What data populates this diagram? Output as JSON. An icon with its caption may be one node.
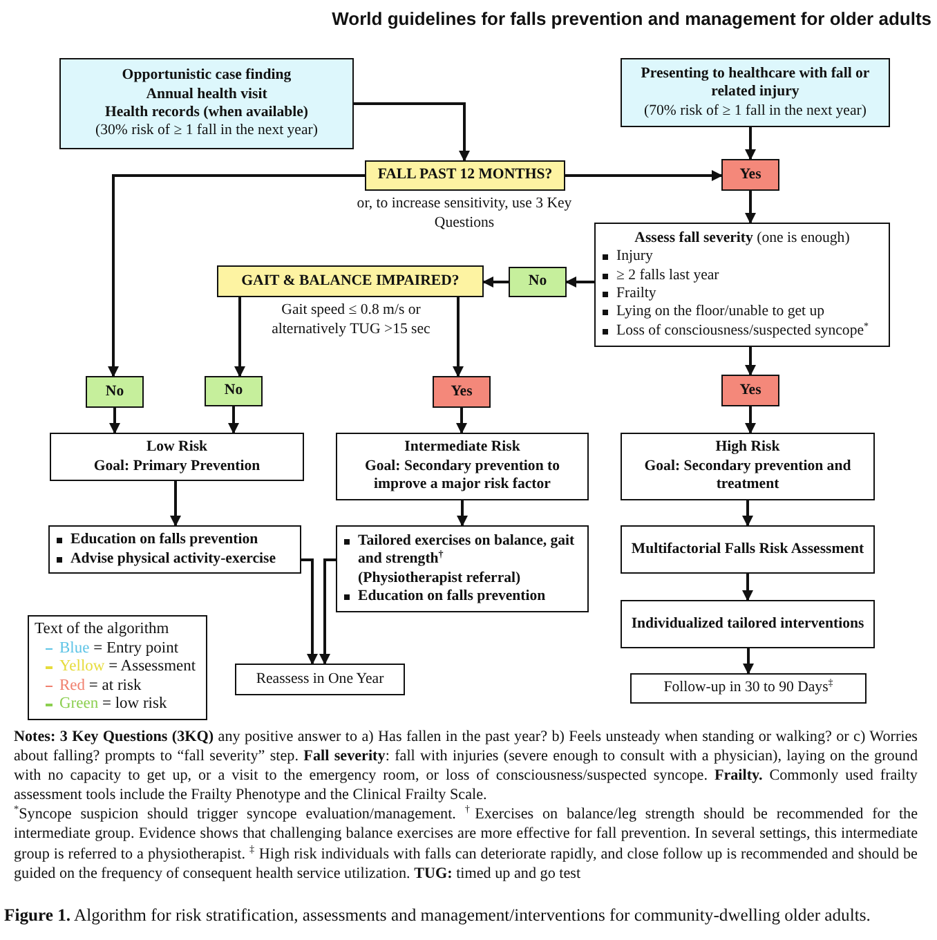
{
  "diagram": {
    "title": "World guidelines for falls prevention and management for older adults",
    "caption": "**Figure 1.** Algorithm for risk stratification, assessments and management/interventions for community-dwelling older adults.",
    "nodes": [
      {
        "text": [
          "Opportunistic case finding",
          "Annual health visit",
          "Health records (when available)",
          "(30% risk of ≥ 1 fall in the next year)"
        ]
      },
      {
        "text": [
          "Presenting to healthcare with fall or related injury",
          "(70% risk of ≥ 1 fall in the next year)"
        ]
      },
      {
        "text": [
          "FALL PAST 12 MONTHS?"
        ],
        "beside": [
          "or, to increase sensitivity, use 3 Key Questions"
        ]
      },
      {
        "text": [
          "Yes"
        ]
      },
      {
        "text": [
          "**Assess fall severity** (one is enough)",
          "Injury",
          "≥ 2 falls last year",
          "Frailty",
          "Lying on the floor/unable to get up",
          "Loss of consciousness/suspected syncope$^{*}$"
        ]
      },
      {
        "text": [
          "GAIT & BALANCE IMPAIRED?"
        ],
        "beside": [
          "Gait speed ≤ 0.8 m/s or alternatively TUG >15 sec"
        ]
      },
      {
        "text": [
          "No"
        ]
      },
      {
        "text": [
          "No"
        ]
      },
      {
        "text": [
          "No"
        ]
      },
      {
        "text": [
          "Yes"
        ]
      },
      {
        "text": [
          "Yes"
        ]
      },
      {
        "text": [
          "Low Risk",
          "Goal:  Primary Prevention"
        ]
      },
      {
        "text": [
          "Intermediate  Risk",
          "Goal: Secondary prevention to improve a major risk factor"
        ]
      },
      {
        "text": [
          "High Risk",
          "Goal: Secondary prevention and treatment"
        ]
      },
      {
        "text": [
          "Education on falls prevention",
          "Advise physical activity-exercise"
        ]
      },
      {
        "text": [
          "Tailored exercises on balance, gait and strength$^{†}$",
          "(Physiotherapist referral)",
          "Education on falls prevention"
        ]
      },
      {
        "text": [
          "Multifactorial Falls Risk Assessment"
        ]
      },
      {
        "text": [
          "Individualized tailored interventions"
        ]
      },
      {
        "text": [
          "Reassess in One Year"
        ]
      },
      {
        "text": [
          "Follow-up in 30 to 90 Days$^{‡}$"
        ]
      }
    ],
    "edges": [
      {
        "from": 0,
        "to": 2,
        "arrow": "to"
      },
      {
        "from": 1,
        "to": 3,
        "arrow": "to"
      },
      {
        "from": 2,
        "to": 3,
        "arrow": "to"
      },
      {
        "from": 2,
        "to": 7,
        "arrow": "to"
      },
      {
        "from": 3,
        "to": 4,
        "arrow": "to"
      },
      {
        "from": 4,
        "to": 6,
        "arrow": "to"
      },
      {
        "from": 6,
        "to": 5,
        "arrow": "to"
      },
      {
        "from": 5,
        "to": 8,
        "arrow": "to"
      },
      {
        "from": 5,
        "to": 9,
        "arrow": "to"
      },
      {
        "from": 4,
        "to": 10,
        "arrow": "to"
      },
      {
        "from": 7,
        "to": 11,
        "arrow": "to"
      },
      {
        "from": 8,
        "to": 11,
        "arrow": "to"
      },
      {
        "from": 9,
        "to": 12,
        "arrow": "to"
      },
      {
        "from": 10,
        "to": 13,
        "arrow": "to"
      },
      {
        "from": 11,
        "to": 14,
        "arrow": "to"
      },
      {
        "from": 12,
        "to": 15,
        "arrow": "to"
      },
      {
        "from": 13,
        "to": 16,
        "arrow": "to"
      },
      {
        "from": 16,
        "to": 17,
        "arrow": "to"
      },
      {
        "from": 17,
        "to": 19,
        "arrow": "to"
      },
      {
        "from": 14,
        "to": 18,
        "arrow": "to"
      },
      {
        "from": 15,
        "to": 18,
        "arrow": "to"
      }
    ],
    "labels": [
      "Text of the algorithm",
      "**Notes: 3 Key Questions (3KQ)** any positive answer to a) Has fallen in the past year? b) Feels unsteady when standing or walking? or c) Worries about falling? prompts to “fall severity” step. **Fall severity**: fall with injuries (severe enough to consult with a physician), laying on the ground with no capacity to get up, or a visit to the emergency room, or loss of consciousness/suspected syncope. **Frailty.** Commonly used frailty assessment tools include the Frailty Phenotype and the Clinical Frailty Scale.",
      "$^{*}$Syncope suspicion should trigger syncope evaluation/management. $^{†}$Exercises on balance/leg strength should be recommended for the intermediate group. Evidence shows that challenging balance exercises are more effective for fall prevention. In several settings, this intermediate group is referred to a physiotherapist. $^{‡}$ High risk individuals with falls can deteriorate rapidly, and close follow up is recommended and should be guided on the frequency of consequent health service utilization. **TUG:** timed up and go test"
    ],
    "legend": [
      {
        "text": "Blue = Entry point",
        "color": "#5ec4e6"
      },
      {
        "text": "Yellow = Assessment",
        "color": "#e6dc3c"
      },
      {
        "text": "Red = at risk",
        "color": "#f0806e"
      },
      {
        "text": "Green = low risk",
        "color": "#8ccf50"
      }
    ]
  }
}
